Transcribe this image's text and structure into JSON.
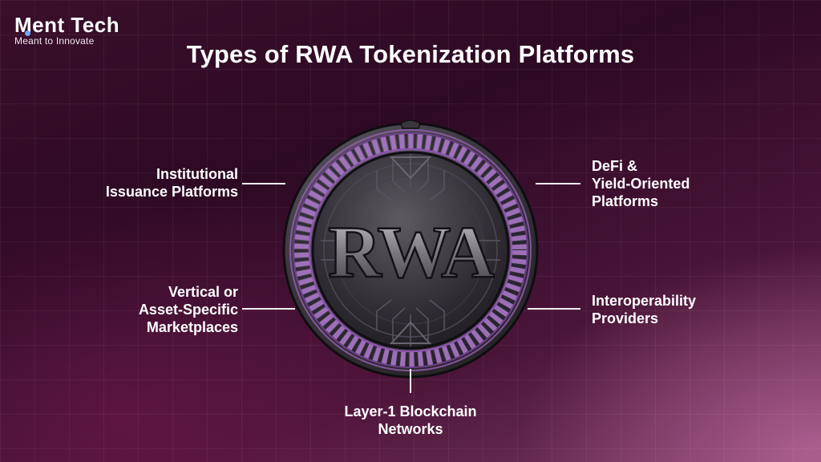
{
  "brand": {
    "name": "Ment Tech",
    "tagline": "Meant to Innovate"
  },
  "title": "Types of RWA Tokenization Platforms",
  "medallion": {
    "text": "RWA"
  },
  "categories": {
    "institutional": [
      "Institutional",
      "Issuance Platforms"
    ],
    "defi": [
      "DeFi &",
      "Yield-Oriented",
      "Platforms"
    ],
    "vertical": [
      "Vertical or",
      "Asset-Specific",
      "Marketplaces"
    ],
    "interop": [
      "Interoperability",
      "Providers"
    ],
    "layer1": [
      "Layer-1 Blockchain",
      "Networks"
    ]
  },
  "colors": {
    "ring_accent": "#9a5fb8",
    "connector": "#f1f1f1"
  }
}
